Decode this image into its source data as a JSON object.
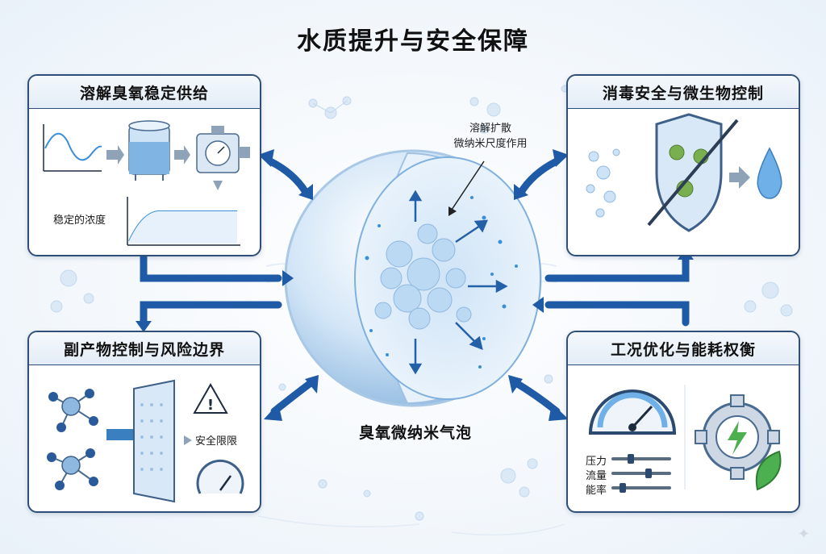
{
  "title": "水质提升与安全保障",
  "center": {
    "label": "臭氧微纳米气泡",
    "note_line1": "溶解扩散",
    "note_line2": "微纳米尺度作用"
  },
  "panels": {
    "top_left": {
      "title": "溶解臭氧稳定供给",
      "label": "稳定的浓度"
    },
    "top_right": {
      "title": "消毒安全与微生物控制"
    },
    "bottom_left": {
      "title": "副产物控制与风险边界",
      "label": "安全限限"
    },
    "bottom_right": {
      "title": "工况优化与能耗权衡",
      "sliders": [
        "压力",
        "流量",
        "能率"
      ]
    }
  },
  "colors": {
    "border": "#2f4f78",
    "arrow": "#1f5aa6",
    "accent": "#3a8fd8",
    "leaf": "#4caf50"
  }
}
